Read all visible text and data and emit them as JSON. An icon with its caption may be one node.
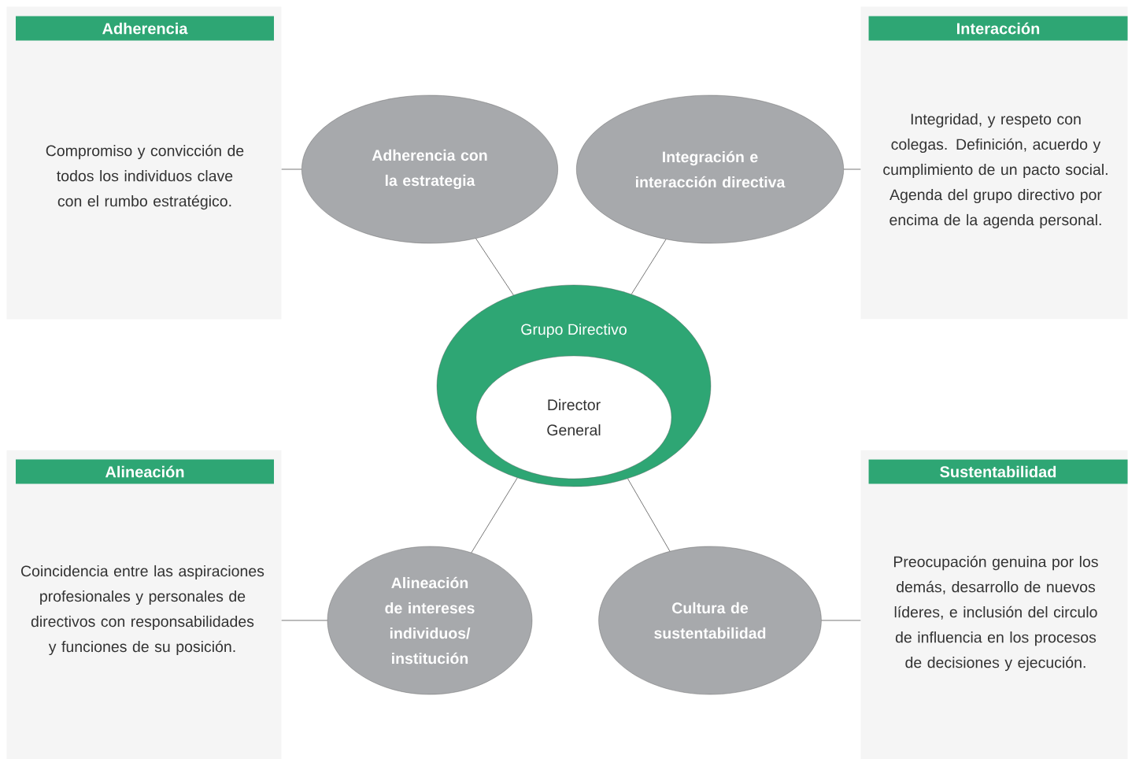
{
  "diagram": {
    "nodes": [
      {
        "text": [
          "Adherencia",
          "Compromiso y convicción de todos los individuos clave con el rumbo estratégico."
        ]
      },
      {
        "text": [
          "Interacción",
          "Integridad, y respeto con colegas. Definición, acuerdo y cumplimiento de un pacto social. Agenda del grupo directivo por encima de la agenda personal."
        ]
      },
      {
        "text": [
          "Adherencia con la estrategia"
        ]
      },
      {
        "text": [
          "Integración e interacción directiva"
        ]
      },
      {
        "text": [
          "Grupo Directivo"
        ]
      },
      {
        "text": [
          "Director General"
        ],
        "in": 4
      },
      {
        "text": [
          "Alineación",
          "Coincidencia entre las aspiraciones profesionales y personales de directivos con responsabilidades y funciones de su posición."
        ]
      },
      {
        "text": [
          "Sustentabilidad",
          "Preocupación genuina por los demás, desarrollo de nuevos líderes, e inclusión del circulo de influencia en los procesos de decisiones y ejecución."
        ]
      },
      {
        "text": [
          "Alineación de intereses individuos/ institución"
        ]
      },
      {
        "text": [
          "Cultura de sustentabilidad"
        ]
      }
    ],
    "edges": [
      {
        "from": 0,
        "to": 2,
        "arrow": "none"
      },
      {
        "from": 3,
        "to": 1,
        "arrow": "none"
      },
      {
        "from": 2,
        "to": 4,
        "arrow": "none"
      },
      {
        "from": 3,
        "to": 4,
        "arrow": "none"
      },
      {
        "from": 4,
        "to": 8,
        "arrow": "none"
      },
      {
        "from": 4,
        "to": 9,
        "arrow": "none"
      },
      {
        "from": 8,
        "to": 6,
        "arrow": "none"
      },
      {
        "from": 9,
        "to": 7,
        "arrow": "none"
      }
    ]
  }
}
